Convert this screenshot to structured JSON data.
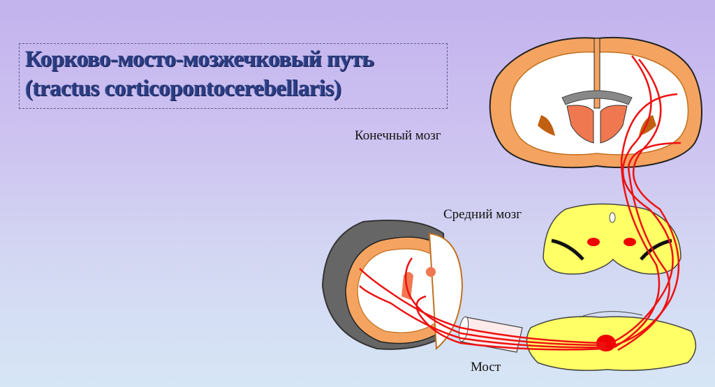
{
  "title": {
    "line1": "Корково-мосто-мозжечковый путь",
    "line2": "(tractus  corticopontocerebellaris)"
  },
  "labels": {
    "telencephalon": "Конечный мозг",
    "midbrain": "Средний мозг",
    "pons": "Мост"
  },
  "colors": {
    "pathway": "#ee1111",
    "cortex": "#f4a460",
    "white_matter": "#ffffff",
    "nuclei": "#f07850",
    "brainstem": "#ffff66",
    "title_text": "#2c3c82"
  }
}
